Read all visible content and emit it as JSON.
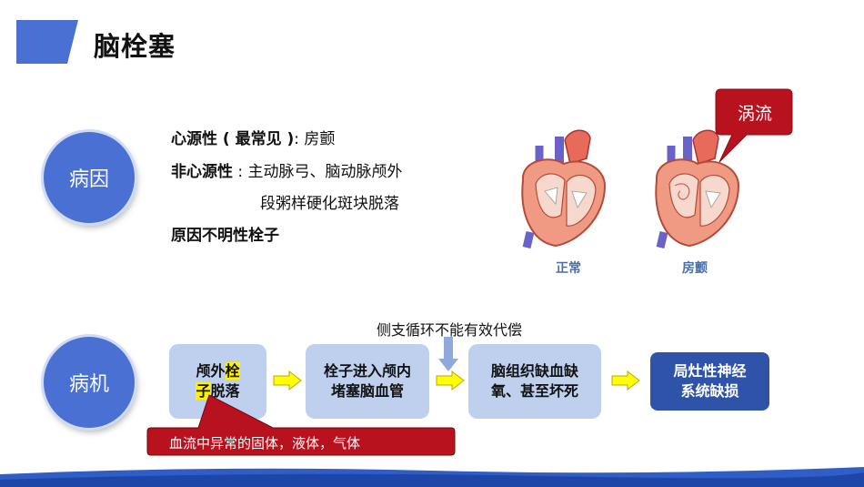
{
  "title": "脑栓塞",
  "cause": {
    "label": "病因",
    "line1_bold": "心源性 ( 最常见 )",
    "line1_rest": ": 房颤",
    "line2_bold": "非心源性",
    "line2_rest": " : 主动脉弓、脑动脉颅外",
    "line3": "段粥样硬化斑块脱落",
    "line4_bold": "原因不明性栓子"
  },
  "hearts": {
    "normal_caption": "正常",
    "af_caption": "房颤",
    "vortex_label": "涡流"
  },
  "mechanism": {
    "label": "病机",
    "collateral_note": "侧支循环不能有效代偿",
    "box1_a": "颅外",
    "box1_b": "栓",
    "box1_c": "子",
    "box1_d": "脱落",
    "box2_line1": "栓子进入颅内",
    "box2_line2": "堵塞脑血管",
    "box3_line1": "脑组织缺血缺",
    "box3_line2": "氧、甚至坏死",
    "box4_line1": "局灶性神经",
    "box4_line2": "系统缺损",
    "emboli_note": "血流中异常的固体，液体，气体"
  },
  "colors": {
    "accent_blue": "#4a70d4",
    "dark_blue": "#2f53a8",
    "light_box": "#bfd0ef",
    "callout_red": "#b8121f",
    "highlight": "#fff200",
    "arrow_yellow": "#ffff00"
  }
}
